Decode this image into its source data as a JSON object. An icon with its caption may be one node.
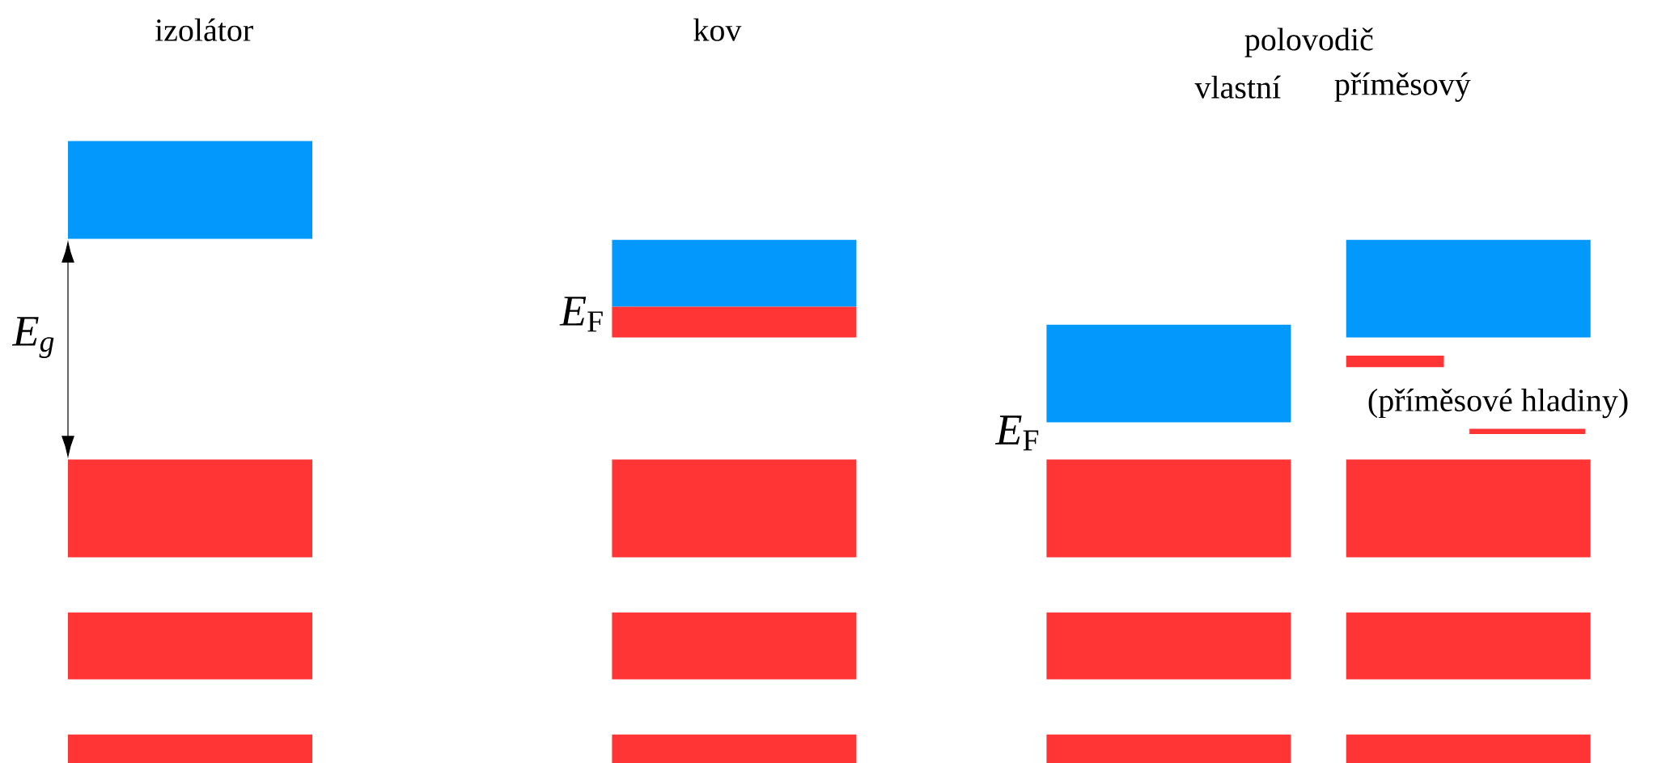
{
  "diagram": {
    "nodes": [
      {
        "text": [],
        "shape": "bar"
      },
      {
        "text": [],
        "shape": "bar"
      },
      {
        "text": [],
        "shape": "bar"
      },
      {
        "text": [],
        "shape": "bar"
      },
      {
        "text": [],
        "shape": "bar"
      },
      {
        "text": [],
        "shape": "bar"
      },
      {
        "text": [],
        "shape": "bar"
      },
      {
        "text": [],
        "shape": "bar"
      },
      {
        "text": [],
        "shape": "bar"
      },
      {
        "text": [],
        "shape": "bar"
      },
      {
        "text": [],
        "shape": "bar"
      },
      {
        "text": [],
        "shape": "bar"
      },
      {
        "text": [],
        "shape": "bar"
      },
      {
        "text": [],
        "shape": "bar"
      },
      {
        "text": [],
        "shape": "bar"
      },
      {
        "text": [],
        "shape": "bar"
      },
      {
        "text": [],
        "shape": "bar"
      },
      {
        "text": [],
        "shape": "bar"
      },
      {
        "text": [],
        "shape": "bar"
      }
    ],
    "labels": [
      "izolátor",
      "kov",
      "polovodič",
      "vlastní",
      "příměsový",
      "E$_{g}$",
      "*E*$_{F}$",
      "*E*$_{F}$",
      "(příměsové hladiny)"
    ]
  }
}
